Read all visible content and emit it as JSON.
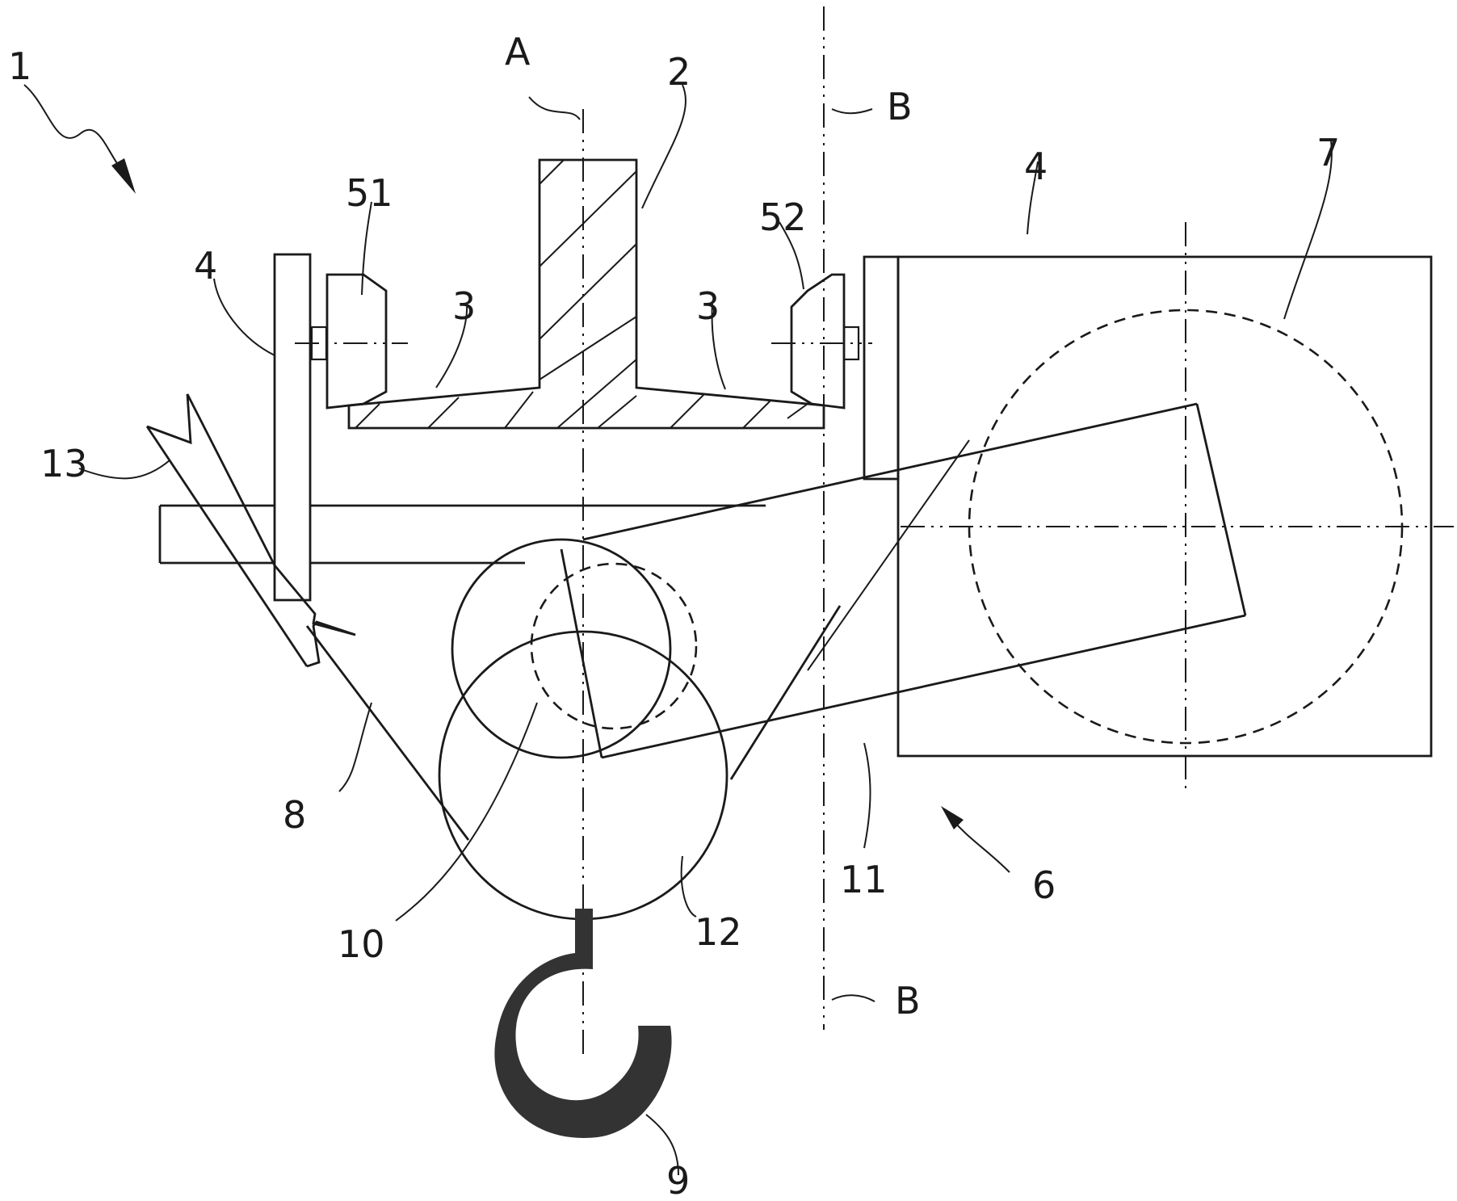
{
  "labels": {
    "assembly": "1",
    "rail": "2",
    "flange_left": "3",
    "flange_right": "3",
    "plate_left": "4",
    "plate_right": "4",
    "wheel_left": "51",
    "wheel_right": "52",
    "trolley": "6",
    "drum": "7",
    "rope": "8",
    "hook": "9",
    "pulley_upper": "10",
    "arm": "11",
    "pulley_lower": "12",
    "crossbar": "13",
    "axis_a": "A",
    "axis_b_top": "B",
    "axis_b_bottom": "B"
  }
}
